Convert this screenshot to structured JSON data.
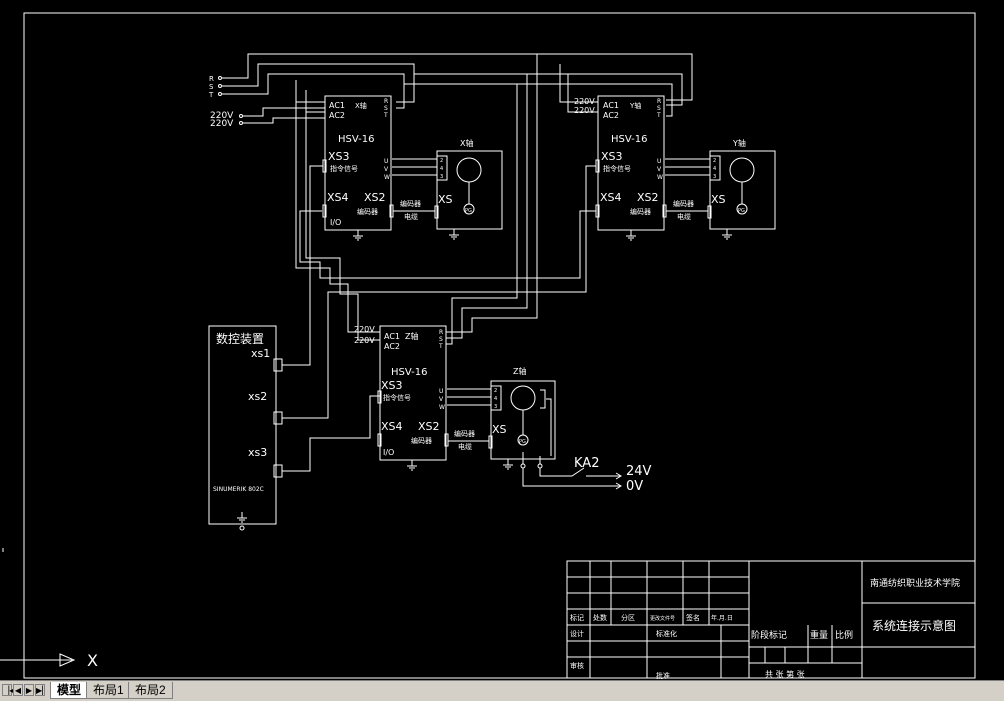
{
  "tabs": [
    {
      "label": "模型",
      "active": true
    },
    {
      "label": "布局1",
      "active": false
    },
    {
      "label": "布局2",
      "active": false
    }
  ],
  "nav_buttons": [
    "first",
    "prev",
    "next",
    "last"
  ],
  "axis_label": "X",
  "power": {
    "phases": [
      "R",
      "S",
      "T"
    ],
    "v220": "220V"
  },
  "drives": {
    "model": "HSV-16",
    "ac1": "AC1",
    "ac2": "AC2",
    "xs3": "XS3",
    "xs4": "XS4",
    "xs2": "XS2",
    "cmd_signal": "指令信号",
    "encoder": "编码器",
    "io": "I/O",
    "r": "R",
    "s": "S",
    "t": "T",
    "u": "U",
    "v": "V",
    "w": "W",
    "x_axis": "X轴",
    "y_axis": "Y轴",
    "z_axis": "Z轴"
  },
  "motors": {
    "xs": "XS",
    "cable_top": "编码器",
    "cable_bottom": "电缆",
    "pin2": "2",
    "pin4": "4",
    "pin3": "3",
    "pg": "PG"
  },
  "cnc": {
    "title": "数控装置",
    "xs1": "xs1",
    "xs2": "xs2",
    "xs3": "xs3",
    "model": "SINUMERIK 802C"
  },
  "brake": {
    "relay": "KA2",
    "v24": "24V",
    "v0": "0V"
  },
  "title_block": {
    "school": "南通纺织职业技术学院",
    "drawing_title": "系统连接示意图",
    "mark": "标记",
    "count": "处数",
    "zone": "分区",
    "change_doc": "更改文件号",
    "sign": "签名",
    "date": "年.月.日",
    "design": "设计",
    "standard": "标准化",
    "stage": "阶段标记",
    "weight": "重量",
    "scale": "比例",
    "review": "审核",
    "approve": "批准",
    "sheets": "共 张  第 张"
  }
}
